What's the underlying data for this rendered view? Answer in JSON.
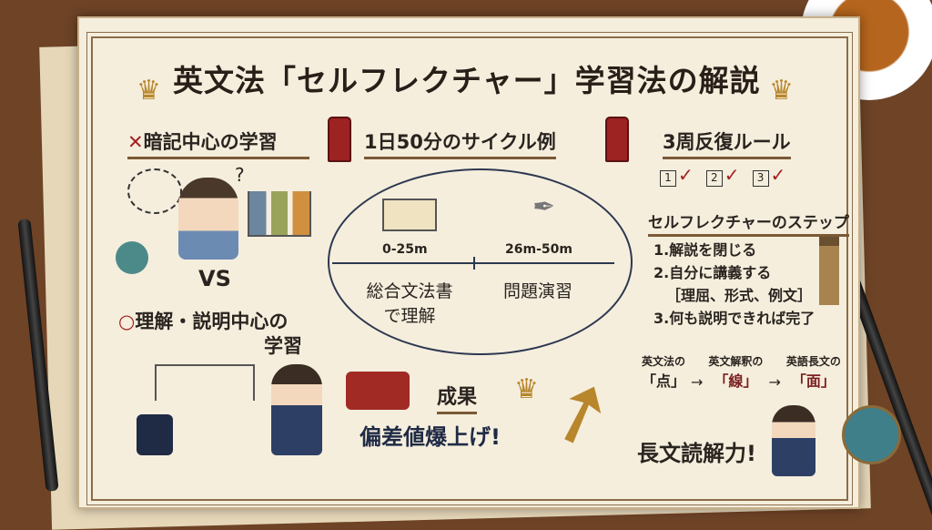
{
  "title": "英文法「セルフレクチャー」学習法の解説",
  "left": {
    "bad_heading": "暗記中心の学習",
    "bad_mark": "✕",
    "vs": "VS",
    "good_mark": "○",
    "good_heading_1": "理解・説明中心の",
    "good_heading_2": "学習",
    "question": "?"
  },
  "cycle": {
    "heading": "1日50分のサイクル例",
    "seg1_time": "0-25m",
    "seg2_time": "26m-50m",
    "seg1_label_1": "総合文法書",
    "seg1_label_2": "で理解",
    "seg2_label": "問題演習"
  },
  "result": {
    "heading": "成果",
    "text": "偏差値爆上げ!",
    "reading": "長文読解力!"
  },
  "rule": {
    "heading": "3周反復ルール",
    "rounds": [
      "1",
      "2",
      "3"
    ],
    "check": "✓"
  },
  "steps": {
    "heading": "セルフレクチャーのステップ",
    "items": [
      "1.解説を閉じる",
      "2.自分に講義する",
      "［理屈、形式、例文］",
      "3.何も説明できれば完了"
    ]
  },
  "flow": {
    "a_top": "英文法の",
    "a": "「点」",
    "b_top": "英文解釈の",
    "b": "「線」",
    "c_top": "英語長文の",
    "c": "「面」",
    "arrow": "→"
  }
}
